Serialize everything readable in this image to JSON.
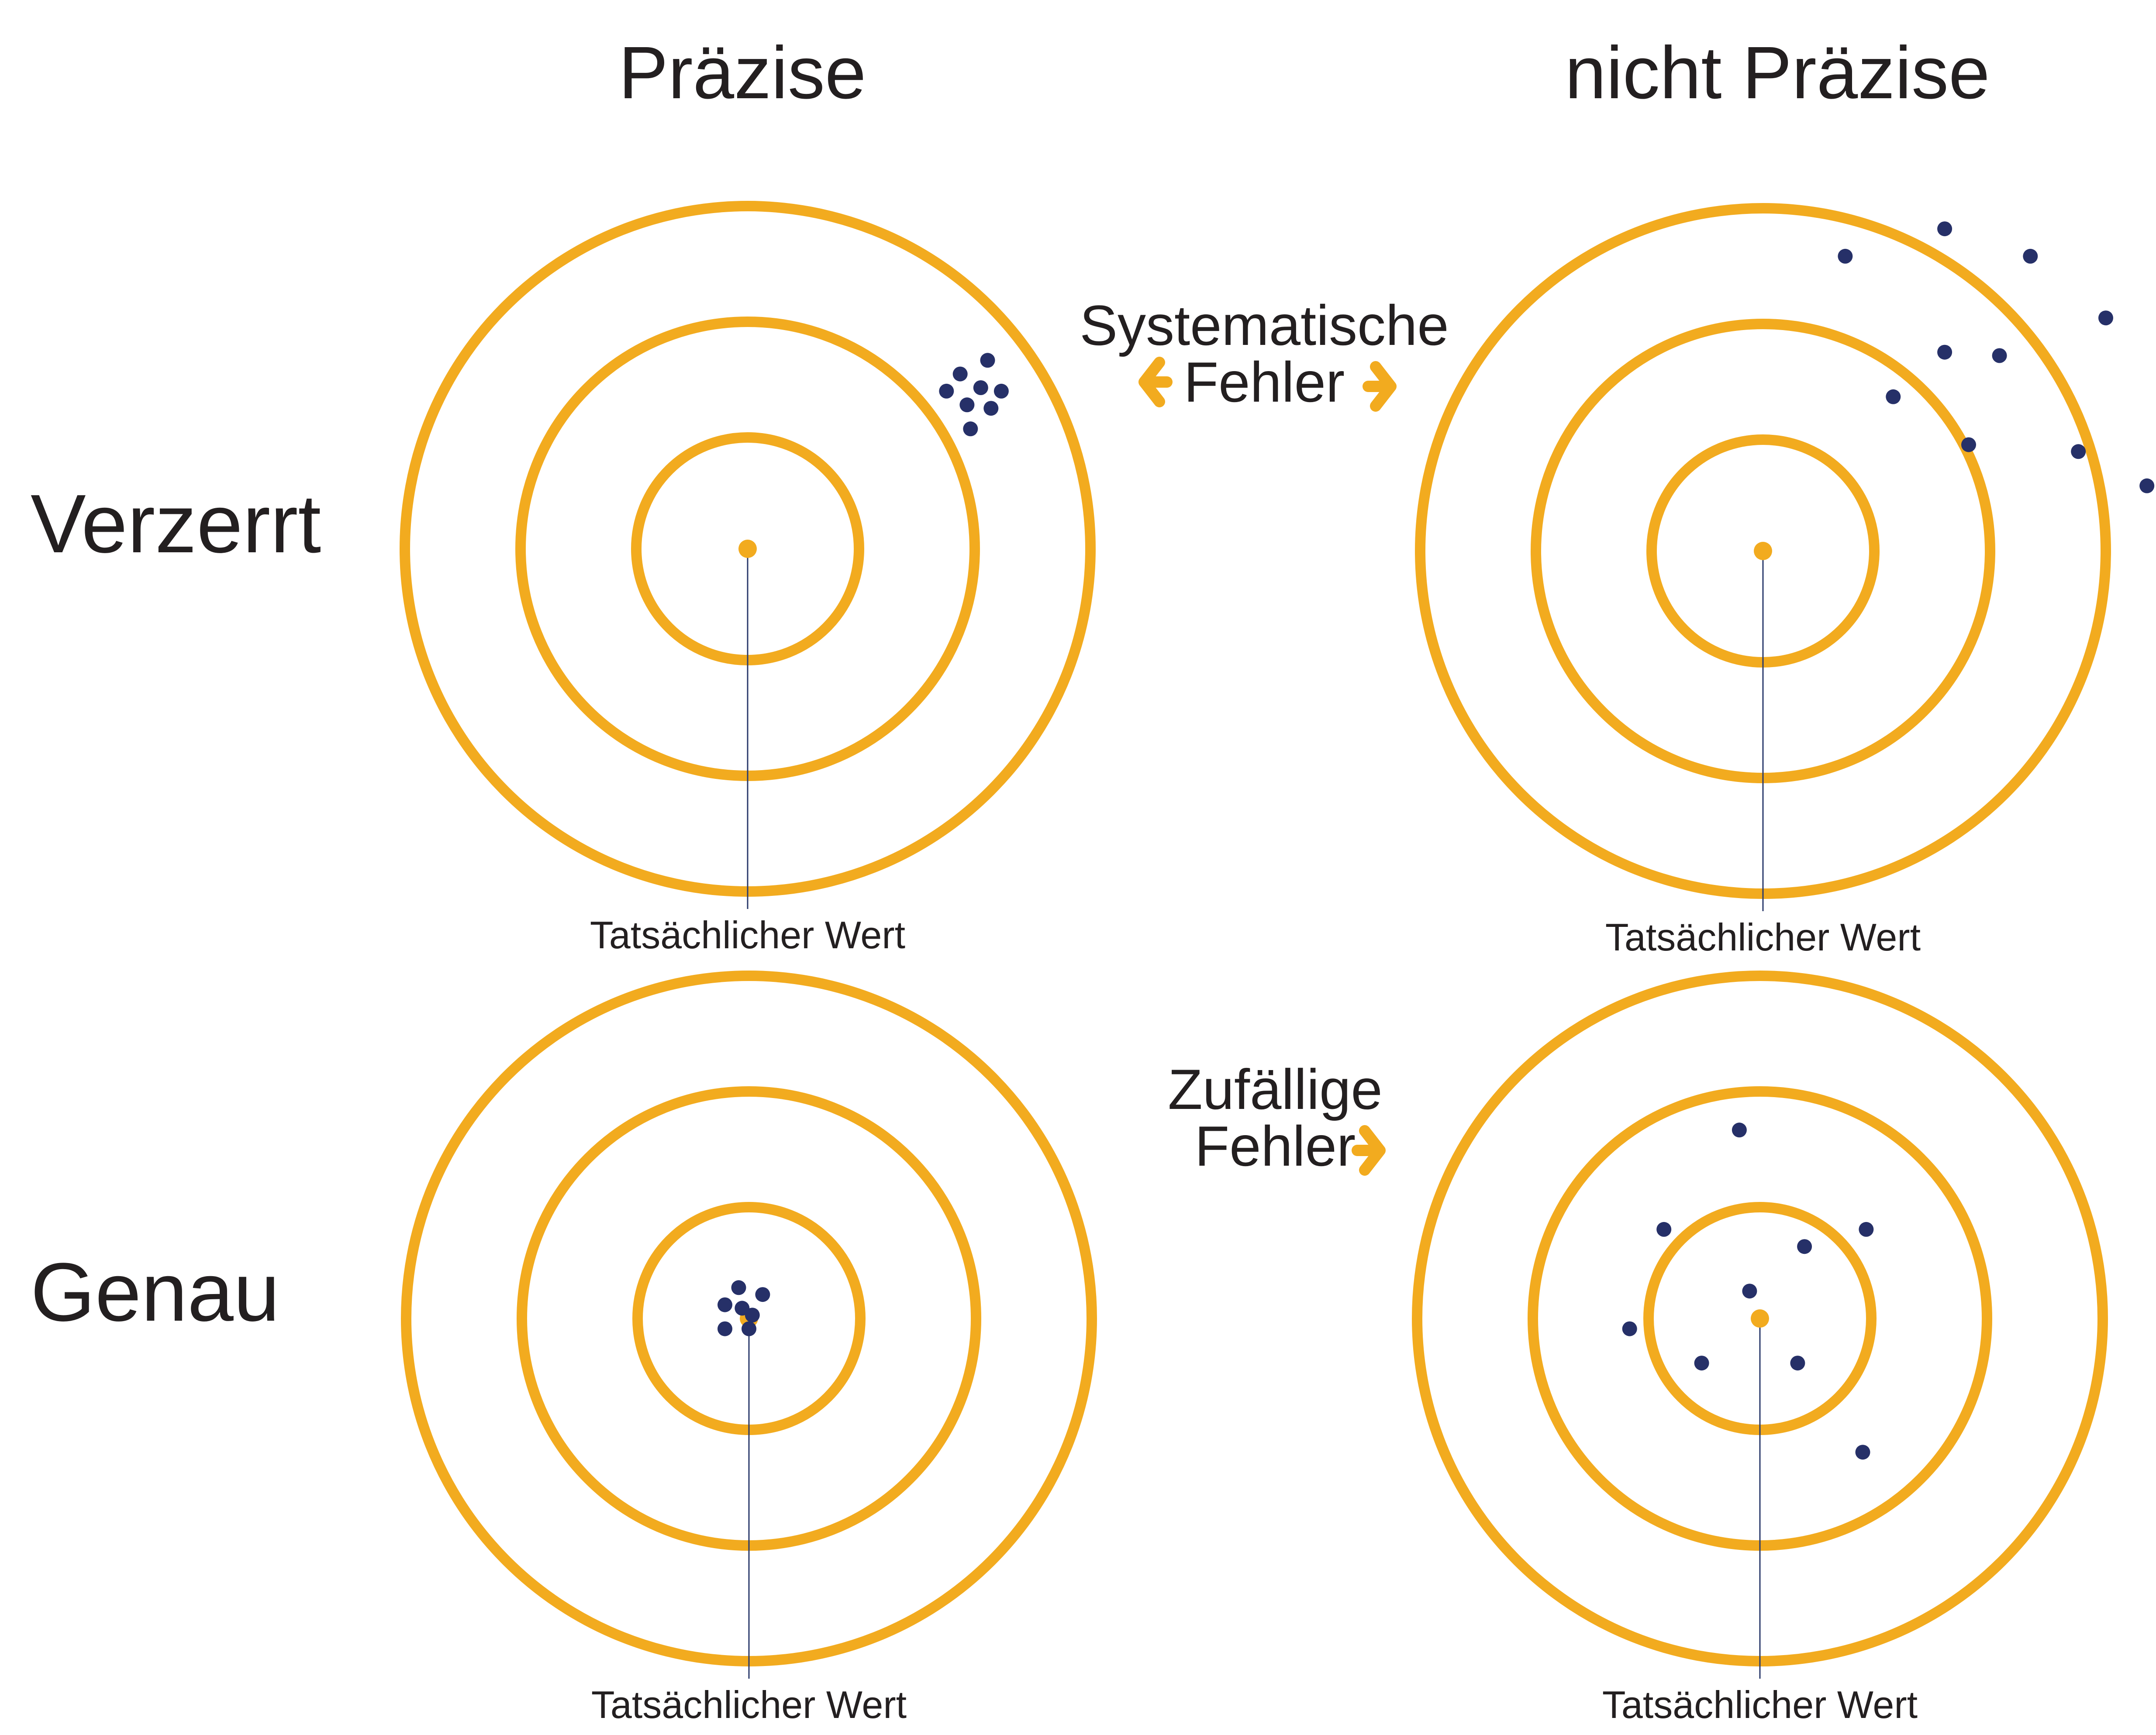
{
  "headers": {
    "precise": "Präzise",
    "not_precise": "nicht Präzise"
  },
  "rows": {
    "biased": "Verzerrt",
    "accurate": "Genau"
  },
  "errors": {
    "systematic": {
      "line1": "Systematische",
      "line2": "Fehler"
    },
    "random": {
      "line1": "Zufällige",
      "line2": "Fehler"
    }
  },
  "true_value_label": "Tatsächlicher Wert",
  "colors": {
    "ring": "#f2ab1f",
    "shot": "#263068",
    "text": "#231f20",
    "pin": "#2a3a6b"
  },
  "targets": [
    {
      "id": "biased-precise",
      "label": "Tatsächlicher Wert",
      "shots": [
        [
          0.62,
          -0.51
        ],
        [
          0.7,
          -0.55
        ],
        [
          0.58,
          -0.46
        ],
        [
          0.68,
          -0.47
        ],
        [
          0.74,
          -0.46
        ],
        [
          0.64,
          -0.42
        ],
        [
          0.71,
          -0.41
        ],
        [
          0.65,
          -0.35
        ]
      ]
    },
    {
      "id": "biased-not-precise",
      "label": "Tatsächlicher Wert",
      "shots": [
        [
          0.53,
          -0.94
        ],
        [
          0.24,
          -0.86
        ],
        [
          0.78,
          -0.86
        ],
        [
          1.0,
          -0.68
        ],
        [
          0.53,
          -0.58
        ],
        [
          0.69,
          -0.57
        ],
        [
          0.38,
          -0.45
        ],
        [
          0.6,
          -0.31
        ],
        [
          0.92,
          -0.29
        ],
        [
          1.12,
          -0.19
        ]
      ]
    },
    {
      "id": "accurate-precise",
      "label": "Tatsächlicher Wert",
      "shots": [
        [
          -0.03,
          -0.09
        ],
        [
          -0.07,
          -0.04
        ],
        [
          0.04,
          -0.07
        ],
        [
          -0.02,
          -0.03
        ],
        [
          0.01,
          -0.01
        ],
        [
          -0.07,
          0.03
        ],
        [
          0.0,
          0.03
        ]
      ]
    },
    {
      "id": "accurate-not-precise",
      "label": "Tatsächlicher Wert",
      "shots": [
        [
          -0.06,
          -0.55
        ],
        [
          -0.28,
          -0.26
        ],
        [
          0.31,
          -0.26
        ],
        [
          0.13,
          -0.21
        ],
        [
          -0.03,
          -0.08
        ],
        [
          -0.38,
          0.03
        ],
        [
          -0.17,
          0.13
        ],
        [
          0.11,
          0.13
        ],
        [
          0.3,
          0.39
        ]
      ]
    }
  ]
}
